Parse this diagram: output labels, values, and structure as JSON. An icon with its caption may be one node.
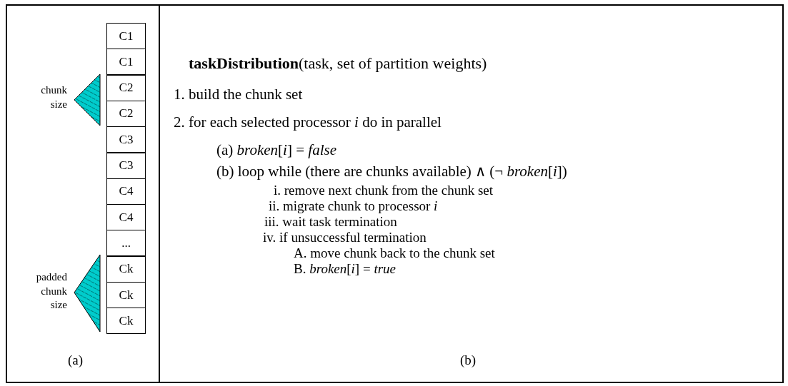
{
  "diagram": {
    "nodes": [
      {
        "text": [
          "C1"
        ]
      },
      {
        "text": [
          "C1"
        ]
      },
      {
        "text": [
          "C2"
        ]
      },
      {
        "text": [
          "C2"
        ]
      },
      {
        "text": [
          "C3"
        ]
      },
      {
        "text": [
          "C3"
        ]
      },
      {
        "text": [
          "C4"
        ]
      },
      {
        "text": [
          "C4"
        ]
      },
      {
        "text": [
          "..."
        ]
      },
      {
        "text": [
          "Ck"
        ]
      },
      {
        "text": [
          "Ck"
        ]
      },
      {
        "text": [
          "Ck"
        ]
      }
    ],
    "labels": [
      "chunk size",
      "padded chunk size",
      "(a)",
      "**taskDistribution**(task, set of partition weights)",
      "1. build the chunk set",
      "2. for each selected processor *i* do in parallel",
      "(a) *broken*[*i*] = *false*",
      "(b) loop while (there are chunks available) ∧ (¬ *broken*[*i*])",
      "i. remove next chunk from the chunk set",
      "ii. migrate chunk to processor *i*",
      "iii. wait task termination",
      "iv. if unsuccessful termination",
      "A. move chunk back to the chunk set",
      "B. *broken*[*i*] = *true*",
      "(b)"
    ]
  }
}
